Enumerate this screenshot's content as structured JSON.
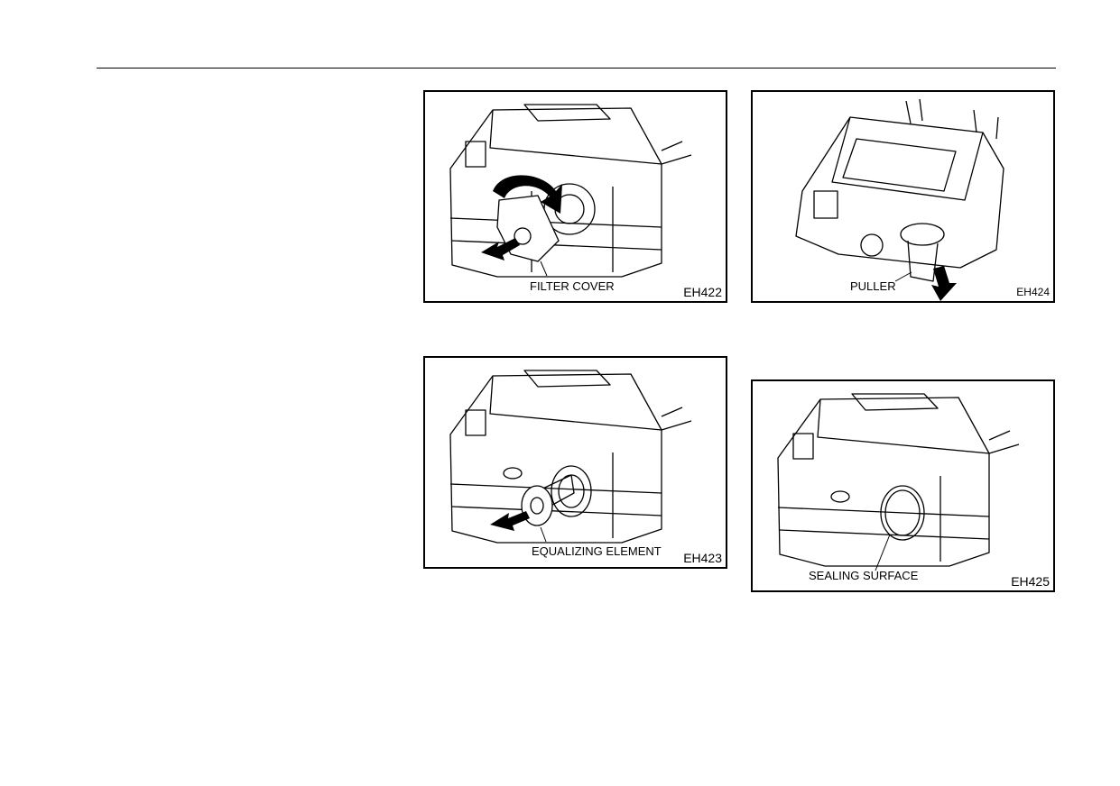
{
  "figures": {
    "eh422": {
      "code": "EH422",
      "label": "FILTER COVER"
    },
    "eh424": {
      "code": "EH424",
      "label": "PULLER"
    },
    "eh423": {
      "code": "EH423",
      "label": "EQUALIZING ELEMENT"
    },
    "eh425": {
      "code": "EH425",
      "label": "SEALING SURFACE"
    }
  }
}
